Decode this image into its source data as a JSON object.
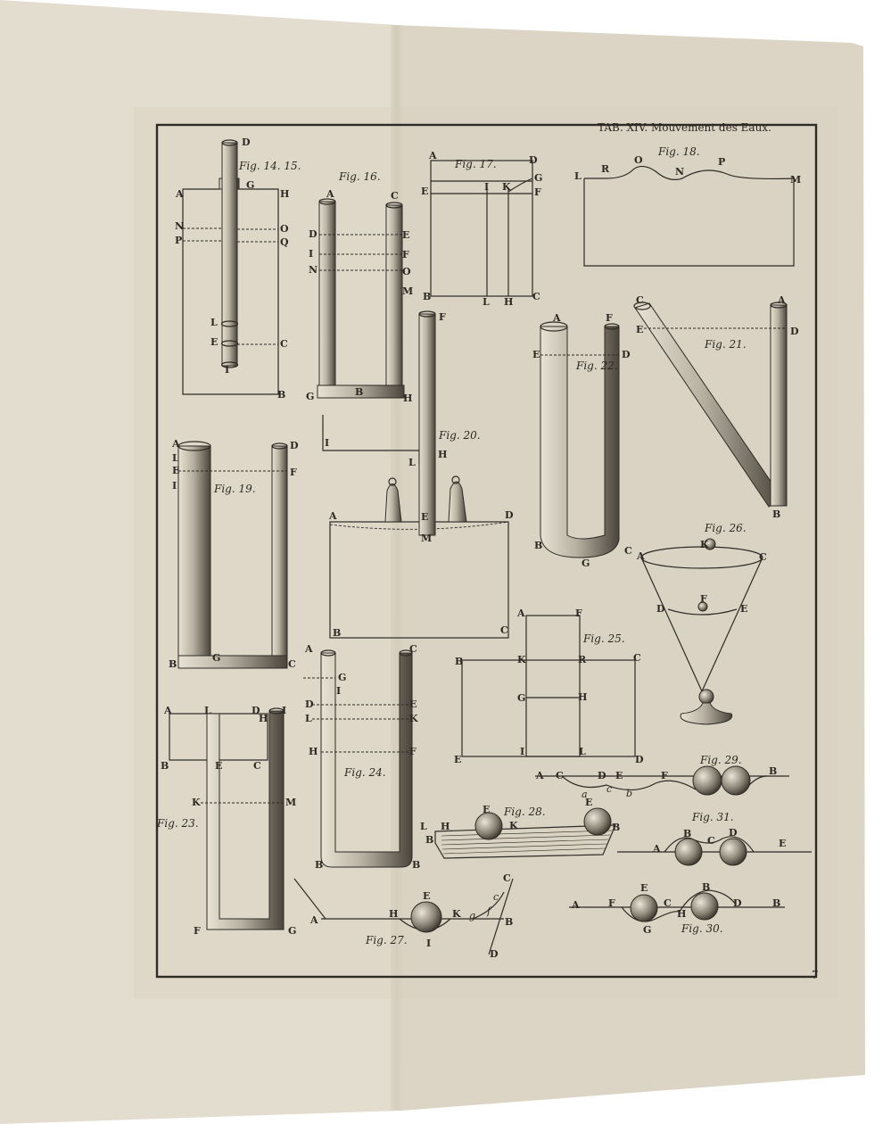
{
  "plate": {
    "title": "TAB. XIV. Mouvement des Eaux.",
    "page_number": "7"
  },
  "figures": [
    {
      "id": "f1415",
      "caption": "Fig. 14. 15.",
      "labels": [
        "D",
        "G",
        "A",
        "H",
        "N",
        "O",
        "P",
        "Q",
        "L",
        "E",
        "C",
        "I",
        "B"
      ]
    },
    {
      "id": "f16",
      "caption": "Fig. 16.",
      "labels": [
        "A",
        "C",
        "D",
        "E",
        "I",
        "F",
        "N",
        "O",
        "M",
        "G",
        "B",
        "H"
      ]
    },
    {
      "id": "f17",
      "caption": "Fig. 17.",
      "labels": [
        "A",
        "D",
        "G",
        "E",
        "I",
        "K",
        "F",
        "B",
        "L",
        "H",
        "C"
      ]
    },
    {
      "id": "f18",
      "caption": "Fig. 18.",
      "labels": [
        "L",
        "R",
        "O",
        "N",
        "P",
        "M"
      ]
    },
    {
      "id": "f20",
      "caption": "Fig. 20.",
      "labels": [
        "F",
        "I",
        "L",
        "H",
        "A",
        "E",
        "M",
        "D",
        "B",
        "C"
      ]
    },
    {
      "id": "f21",
      "caption": "Fig. 21.",
      "labels": [
        "C",
        "A",
        "E",
        "D",
        "B"
      ]
    },
    {
      "id": "f22",
      "caption": "Fig. 22.",
      "labels": [
        "A",
        "F",
        "E",
        "D",
        "B",
        "G",
        "C"
      ]
    },
    {
      "id": "f19",
      "caption": "Fig. 19.",
      "labels": [
        "A",
        "D",
        "L",
        "E",
        "F",
        "I",
        "G",
        "B",
        "C"
      ]
    },
    {
      "id": "f26",
      "caption": "Fig. 26.",
      "labels": [
        "K",
        "A",
        "C",
        "F",
        "D",
        "E"
      ]
    },
    {
      "id": "f25",
      "caption": "Fig. 25.",
      "labels": [
        "A",
        "F",
        "B",
        "K",
        "R",
        "C",
        "G",
        "H",
        "E",
        "I",
        "L",
        "D"
      ]
    },
    {
      "id": "f24",
      "caption": "Fig. 24.",
      "labels": [
        "A",
        "C",
        "G",
        "I",
        "D",
        "E",
        "L",
        "K",
        "H",
        "F",
        "B",
        "B"
      ]
    },
    {
      "id": "f23",
      "caption": "Fig. 23.",
      "labels": [
        "A",
        "L",
        "D",
        "I",
        "H",
        "B",
        "E",
        "C",
        "K",
        "M",
        "F",
        "G"
      ]
    },
    {
      "id": "f29",
      "caption": "Fig. 29.",
      "labels": [
        "A",
        "C",
        "D",
        "E",
        "F",
        "a",
        "c",
        "b",
        "B"
      ]
    },
    {
      "id": "f28",
      "caption": "Fig. 28.",
      "labels": [
        "L",
        "H",
        "E",
        "K",
        "E",
        "B",
        "B"
      ]
    },
    {
      "id": "f31",
      "caption": "Fig. 31.",
      "labels": [
        "A",
        "B",
        "C",
        "D",
        "E"
      ]
    },
    {
      "id": "f27",
      "caption": "Fig. 27.",
      "labels": [
        "A",
        "H",
        "E",
        "K",
        "g",
        "f",
        "c",
        "C",
        "B",
        "I",
        "D"
      ]
    },
    {
      "id": "f30",
      "caption": "Fig. 30.",
      "labels": [
        "A",
        "F",
        "E",
        "C",
        "B",
        "D",
        "B",
        "G",
        "H"
      ]
    }
  ],
  "colors": {
    "left_page": "#e3ddd0",
    "right_page": "#dcd5c5",
    "ink": "#2e2a25"
  }
}
